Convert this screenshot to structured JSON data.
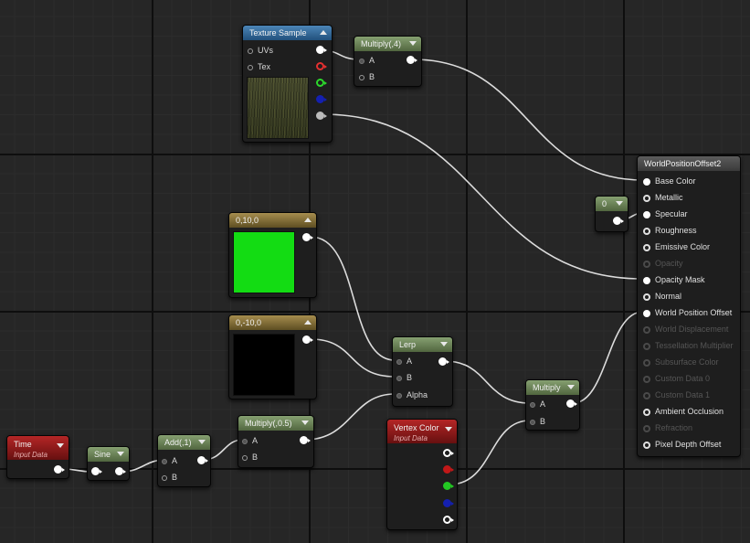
{
  "texture_sample": {
    "title": "Texture Sample",
    "pins": [
      "UVs",
      "Tex"
    ]
  },
  "multiply4": {
    "title": "Multiply(,4)",
    "pins": [
      "A",
      "B"
    ]
  },
  "const0": {
    "title": "0"
  },
  "green_const": {
    "title": "0,10,0",
    "swatch_color": "#13dc13"
  },
  "black_const": {
    "title": "0,-10,0",
    "swatch_color": "#000000"
  },
  "lerp": {
    "title": "Lerp",
    "pins": [
      "A",
      "B",
      "Alpha"
    ]
  },
  "multiply_main": {
    "title": "Multiply",
    "pins": [
      "A",
      "B"
    ]
  },
  "time": {
    "title": "Time",
    "subtitle": "Input Data"
  },
  "sine": {
    "title": "Sine"
  },
  "add1": {
    "title": "Add(,1)",
    "pins": [
      "A",
      "B"
    ]
  },
  "multiply05": {
    "title": "Multiply(,0.5)",
    "pins": [
      "A",
      "B"
    ]
  },
  "vertex_color": {
    "title": "Vertex Color",
    "subtitle": "Input Data"
  },
  "result": {
    "title": "WorldPositionOffset2",
    "pins": [
      "Base Color",
      "Metallic",
      "Specular",
      "Roughness",
      "Emissive Color",
      "Opacity",
      "Opacity Mask",
      "Normal",
      "World Position Offset",
      "World Displacement",
      "Tessellation Multiplier",
      "Subsurface Color",
      "Custom Data 0",
      "Custom Data 1",
      "Ambient Occlusion",
      "Refraction",
      "Pixel Depth Offset"
    ]
  }
}
